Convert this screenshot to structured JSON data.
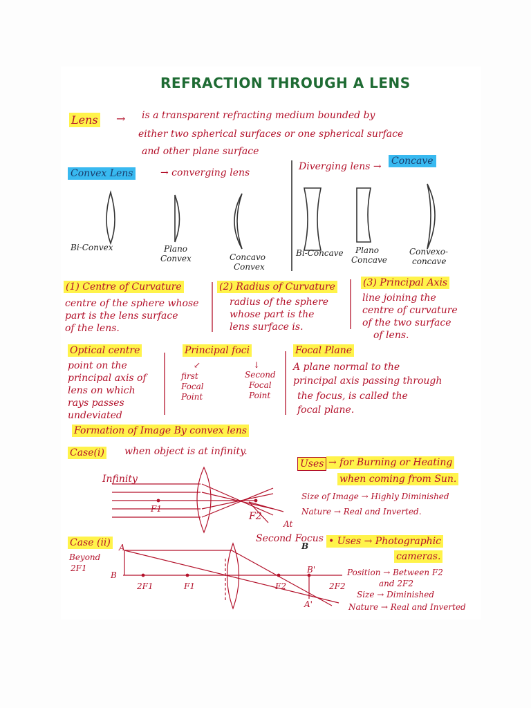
{
  "title": "REFRACTION THROUGH A LENS",
  "lens_def": {
    "term": "Lens",
    "arrow": "→",
    "line1": "is a transparent refracting medium bounded by",
    "line2": "either two spherical surfaces or one spherical surface",
    "line3": "and other plane surface"
  },
  "types": {
    "convex": "Convex Lens",
    "converging": "→ converging lens",
    "diverging": "Diverging lens →",
    "concave": "Concave",
    "labels": {
      "biconvex": "Bi-Convex",
      "plano_convex_1": "Plano",
      "plano_convex_2": "Convex",
      "concavo_convex_1": "Concavo",
      "concavo_convex_2": "Convex",
      "biconcave": "Bi-Concave",
      "plano_concave_1": "Plano",
      "plano_concave_2": "Concave",
      "convexo_concave_1": "Convexo-",
      "convexo_concave_2": "concave"
    }
  },
  "defs": {
    "curvature_head": "(1) Centre of Curvature",
    "curvature_l1": "centre of the sphere whose",
    "curvature_l2": "part is the lens surface",
    "curvature_l3": "of the lens.",
    "radius_head": "(2) Radius of Curvature",
    "radius_l1": "radius of the sphere",
    "radius_l2": "whose part is the",
    "radius_l3": "lens surface is.",
    "axis_head": "(3) Principal Axis",
    "axis_l1": "line joining the",
    "axis_l2": "centre of curvature",
    "axis_l3": "of the two surface",
    "axis_l4": "of lens."
  },
  "defs2": {
    "optical_head": "Optical centre",
    "optical_l1": "point on the",
    "optical_l2": "principal axis of",
    "optical_l3": "lens on which",
    "optical_l4": "rays passes",
    "optical_l5": "undeviated",
    "foci_head": "Principal foci",
    "first_1": "first",
    "first_2": "Focal",
    "first_3": "Point",
    "second_1": "Second",
    "second_2": "Focal",
    "second_3": "Point",
    "plane_head": "Focal Plane",
    "plane_l1": "A plane normal to the",
    "plane_l2": "principal axis passing through",
    "plane_l3": "the focus, is called the",
    "plane_l4": "focal plane."
  },
  "formation": {
    "heading": "Formation of Image By convex lens",
    "case1_label": "Case(i)",
    "case1_text": "when object is at infinity.",
    "infinity": "Infinity",
    "f1": "F1",
    "f2": "F2",
    "at": "At",
    "second_focus": "Second Focus",
    "uses1_label": "Uses",
    "uses1_l1": "→ for Burning or Heating",
    "uses1_l2": "when coming from Sun.",
    "size1": "Size of Image → Highly Diminished",
    "nature1": "Nature → Real and Inverted.",
    "case2_label": "Case (ii)",
    "beyond": "Beyond",
    "two_f1": "2F1",
    "a": "A",
    "b": "B",
    "b_dash": "B'",
    "a_dash": "A'",
    "two_f1_axis": "2F1",
    "f1_axis": "F1",
    "f2_axis": "F2",
    "two_f2_axis": "2F2",
    "b_mark": "B",
    "uses2_l1": "• Uses → Photographic",
    "uses2_l2": "cameras.",
    "position2_l1": "Position → Between F2",
    "position2_l2": "and 2F2",
    "size2": "Size → Diminished",
    "nature2": "Nature → Real and Inverted"
  },
  "colors": {
    "ink": "#b3122b",
    "title": "#1e6b33",
    "highlight_yellow": "#fff34a",
    "highlight_blue": "#38b9f0"
  }
}
